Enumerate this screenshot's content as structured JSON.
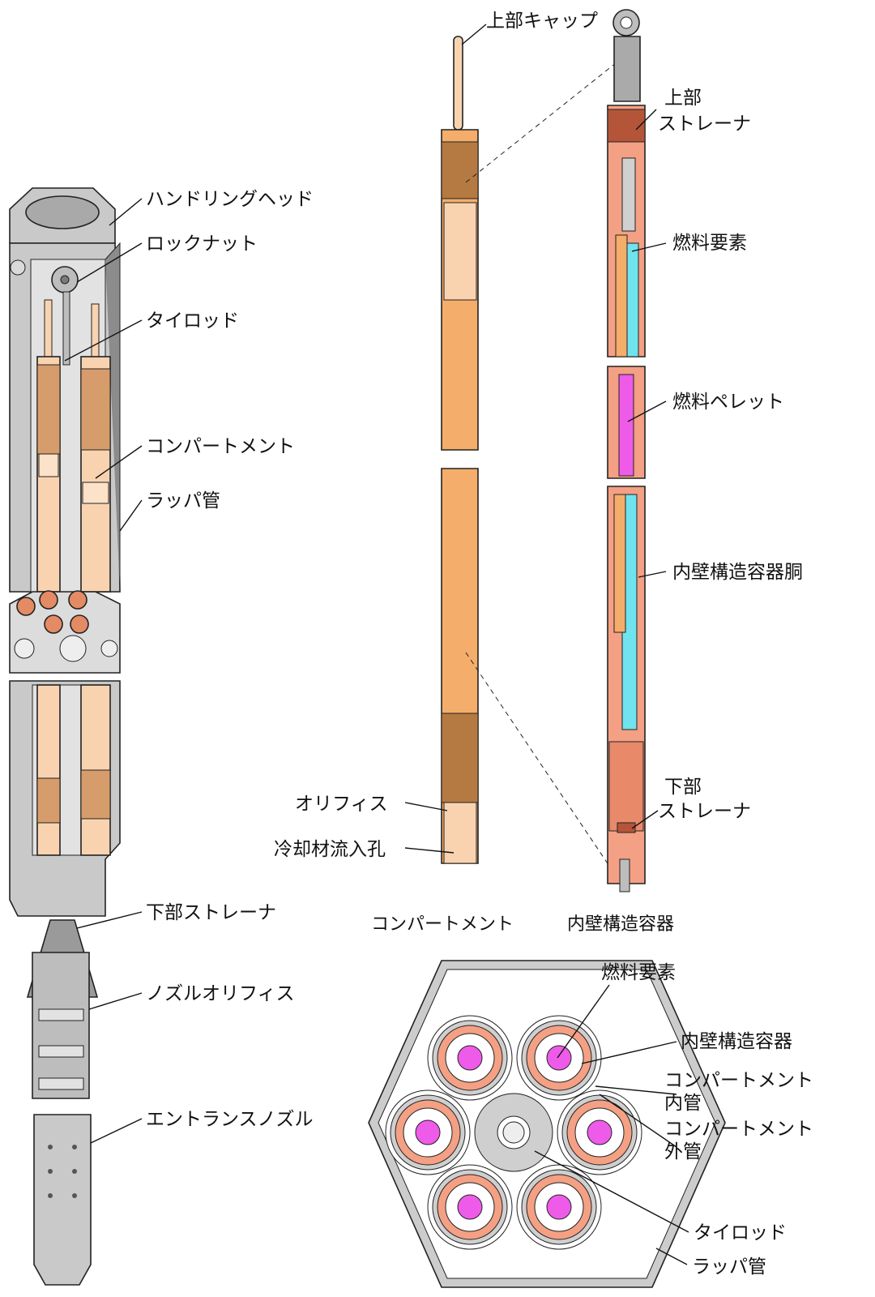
{
  "assembly": {
    "labels": {
      "handling_head": "ハンドリングヘッド",
      "lock_nut": "ロックナット",
      "tie_rod": "タイロッド",
      "compartment": "コンパートメント",
      "wrapper_tube": "ラッパ管",
      "lower_strainer": "下部ストレーナ",
      "nozzle_orifice": "ノズルオリフィス",
      "entrance_nozzle": "エントランスノズル"
    }
  },
  "compartment": {
    "caption": "コンパートメント",
    "labels": {
      "upper_cap": "上部キャップ",
      "orifice": "オリフィス",
      "coolant_inlet": "冷却材流入孔"
    }
  },
  "inner_container": {
    "caption": "内壁構造容器",
    "labels": {
      "upper_strainer_1": "上部",
      "upper_strainer_2": "ストレーナ",
      "fuel_element": "燃料要素",
      "fuel_pellet": "燃料ペレット",
      "container_body": "内壁構造容器胴",
      "lower_strainer_1": "下部",
      "lower_strainer_2": "ストレーナ"
    }
  },
  "cross_section": {
    "labels": {
      "fuel_element": "燃料要素",
      "inner_container": "内壁構造容器",
      "compartment_inner_1": "コンパートメント",
      "compartment_inner_2": "内管",
      "compartment_outer_1": "コンパートメント",
      "compartment_outer_2": "外管",
      "tie_rod": "タイロッド",
      "wrapper_tube": "ラッパ管"
    }
  },
  "colors": {
    "steel": "#c9c9c9",
    "steel_dark": "#8c8c8c",
    "peach": "#f9d3b0",
    "orange": "#f4ad6a",
    "salmon": "#f4a084",
    "cyan": "#6fe3ee",
    "magenta": "#ee5be8"
  }
}
